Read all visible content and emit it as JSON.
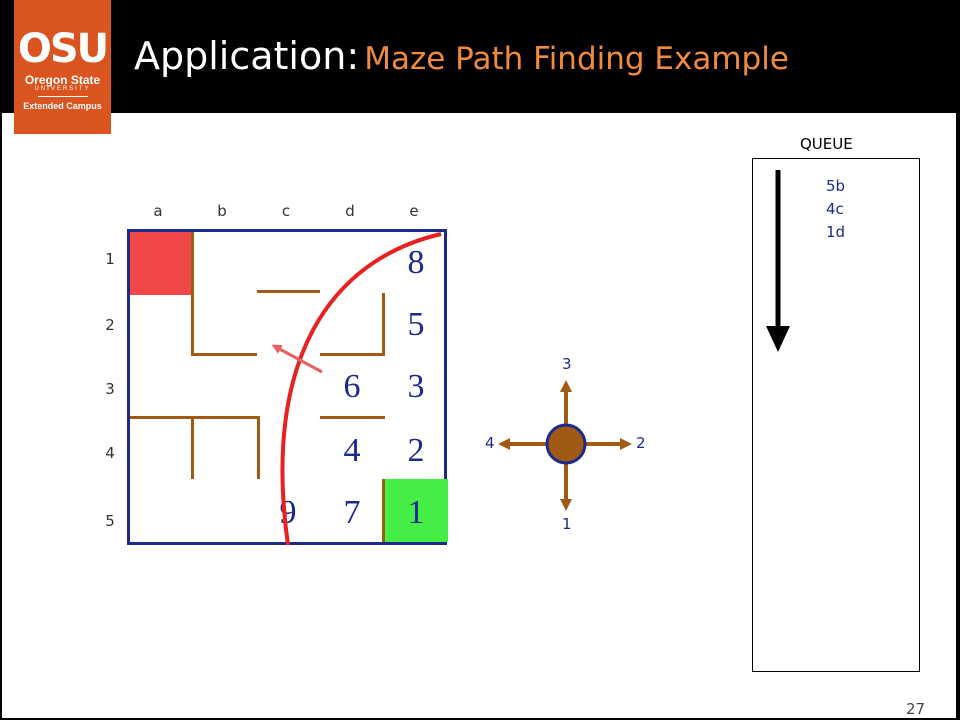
{
  "header": {
    "title_main": "Application:",
    "title_sub": "Maze Path Finding Example",
    "logo": {
      "text_osu": "OSU",
      "text_line2": "Oregon State",
      "text_line3": "UNIVERSITY",
      "text_line4": "Extended Campus"
    }
  },
  "maze": {
    "columns": [
      "a",
      "b",
      "c",
      "d",
      "e"
    ],
    "rows": [
      "1",
      "2",
      "3",
      "4",
      "5"
    ],
    "cell_values": {
      "e1": "8",
      "e2": "5",
      "d3": "6",
      "e3": "3",
      "d4": "4",
      "e4": "2",
      "c5": "9",
      "d5": "7",
      "e5": "1"
    },
    "start_color": "#f04848",
    "goal_color": "#44ee44",
    "wall_color": "#a05a14",
    "border_color": "#1c2a8c"
  },
  "directions": {
    "down": "1",
    "right": "2",
    "up": "3",
    "left": "4"
  },
  "queue": {
    "title": "QUEUE",
    "items": [
      "5b",
      "4c",
      "1d"
    ]
  },
  "slide_number": "27",
  "colors": {
    "title_sub": "#f08a3c",
    "path_curve": "#e82020",
    "arrow": "#e86060",
    "node": "#a05a14"
  }
}
